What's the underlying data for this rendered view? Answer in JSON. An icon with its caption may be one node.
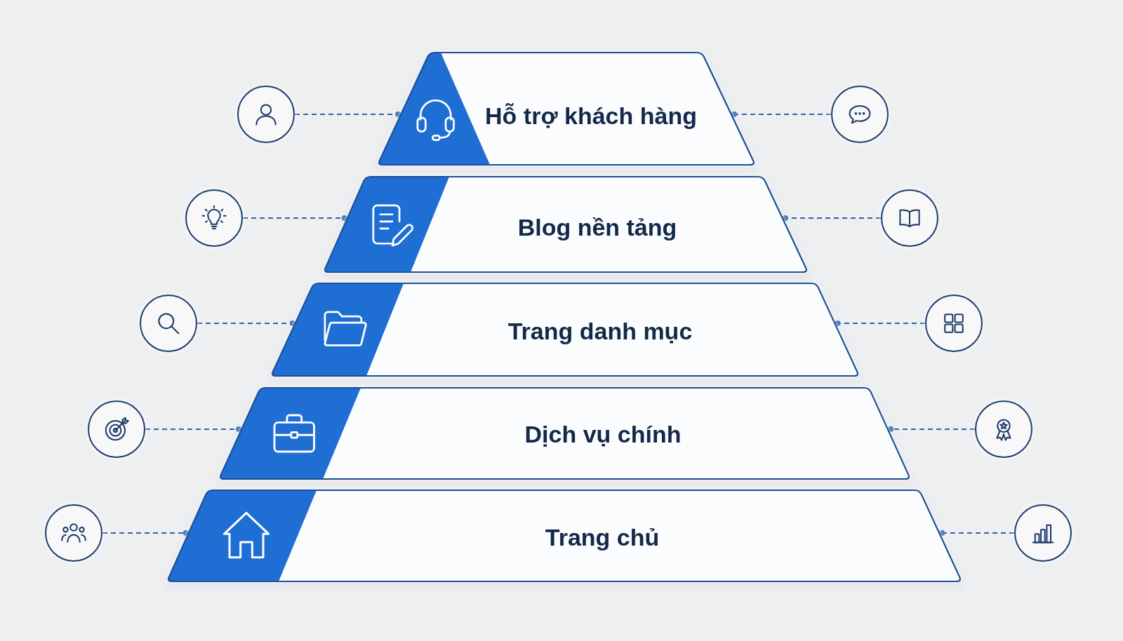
{
  "diagram": {
    "nodes": [
      {
        "text": [],
        "shape": "circle"
      },
      {
        "text": [
          "Hỗ trợ khách hàng"
        ]
      },
      {
        "text": [],
        "shape": "circle"
      },
      {
        "text": [],
        "shape": "circle"
      },
      {
        "text": [
          "Blog nền tảng"
        ]
      },
      {
        "text": [],
        "shape": "circle"
      },
      {
        "text": [],
        "shape": "circle"
      },
      {
        "text": [
          "Trang danh mục"
        ]
      },
      {
        "text": [],
        "shape": "circle"
      },
      {
        "text": [],
        "shape": "circle"
      },
      {
        "text": [
          "Dịch vụ chính"
        ]
      },
      {
        "text": [],
        "shape": "circle"
      },
      {
        "text": [],
        "shape": "circle"
      },
      {
        "text": [
          "Trang chủ"
        ]
      },
      {
        "text": [],
        "shape": "circle"
      }
    ],
    "edges": [
      {
        "from": 0,
        "to": 1,
        "arrow": "other",
        "style": "dashed"
      },
      {
        "from": 2,
        "to": 1,
        "arrow": "other",
        "style": "dashed"
      },
      {
        "from": 3,
        "to": 4,
        "arrow": "other",
        "style": "dashed"
      },
      {
        "from": 5,
        "to": 4,
        "arrow": "other",
        "style": "dashed"
      },
      {
        "from": 6,
        "to": 7,
        "arrow": "other",
        "style": "dashed"
      },
      {
        "from": 8,
        "to": 7,
        "arrow": "other",
        "style": "dashed"
      },
      {
        "from": 9,
        "to": 10,
        "arrow": "other",
        "style": "dashed"
      },
      {
        "from": 11,
        "to": 10,
        "arrow": "other",
        "style": "dashed"
      },
      {
        "from": 12,
        "to": 13,
        "arrow": "other",
        "style": "dashed"
      },
      {
        "from": 14,
        "to": 13,
        "arrow": "other",
        "style": "dashed"
      }
    ]
  }
}
